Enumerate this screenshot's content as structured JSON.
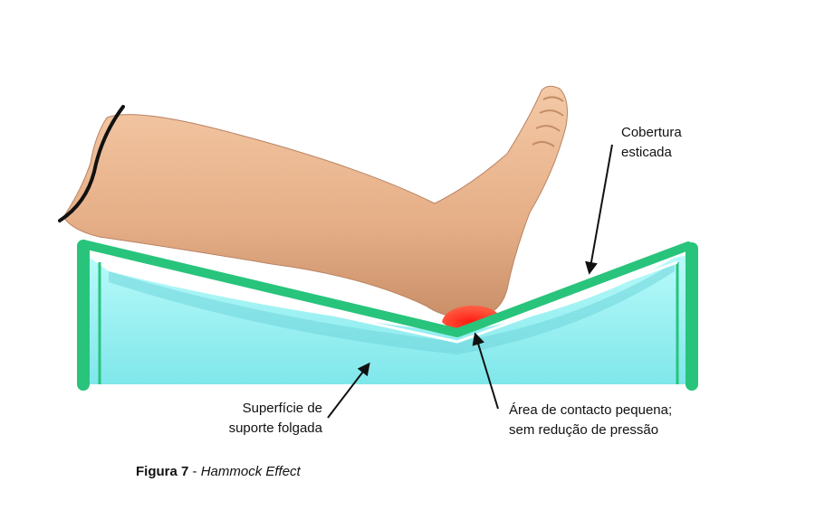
{
  "labels": {
    "tight_cover_line1": "Cobertura",
    "tight_cover_line2": "esticada",
    "loose_surface_line1": "Superfície de",
    "loose_surface_line2": "suporte folgada",
    "contact_line1": "Área de contacto pequena;",
    "contact_line2": "sem redução de pressão"
  },
  "caption": {
    "number": "Figura 7",
    "separator": " - ",
    "title": "Hammock Effect"
  },
  "colors": {
    "frame_green": "#28c47c",
    "support_cyan": "#9ff3f4",
    "skin": "#e9b48e",
    "pressure_red": "#ff2a1a"
  }
}
